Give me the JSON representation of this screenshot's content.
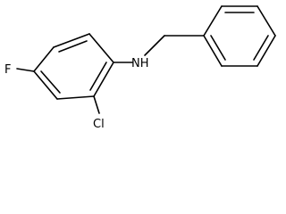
{
  "molecule": {
    "atoms": {
      "fluorine": "F",
      "chlorine": "Cl",
      "amine": "NH"
    }
  }
}
